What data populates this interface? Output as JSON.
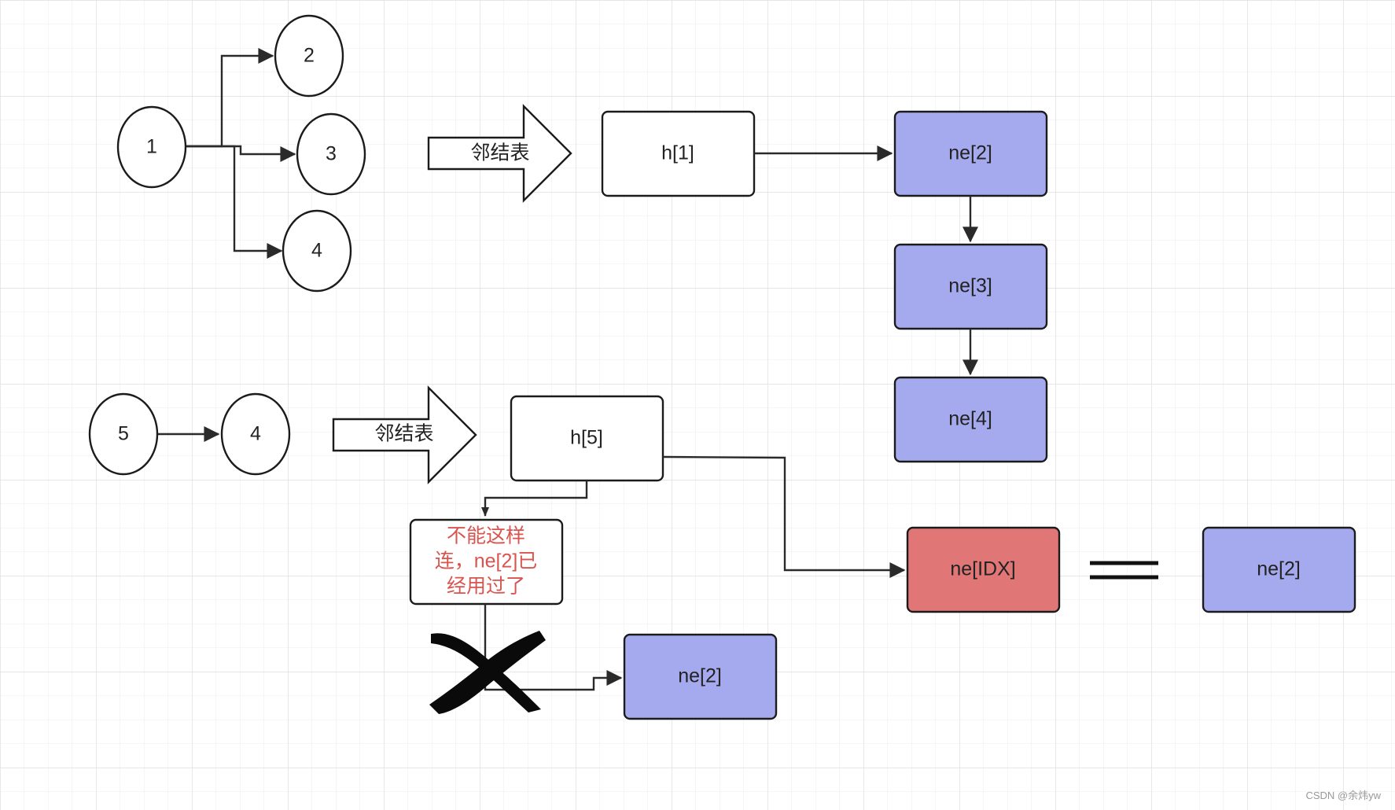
{
  "colors": {
    "background": "#ffffff",
    "grid": "#e6e6e6",
    "stroke": "#1b1b1b",
    "node_blue": "#a5aaee",
    "node_red": "#e07676",
    "warn_text": "#d9544f"
  },
  "graph1": {
    "nodes": [
      "1",
      "2",
      "3",
      "4"
    ]
  },
  "graph2": {
    "nodes": [
      "5",
      "4"
    ]
  },
  "arrows": {
    "top_label": "邻结表",
    "bottom_label": "邻结表"
  },
  "list1": {
    "head": "h[1]",
    "items": [
      "ne[2]",
      "ne[3]",
      "ne[4]"
    ]
  },
  "list2": {
    "head": "h[5]",
    "new_node": "ne[IDX]",
    "equals_node": "ne[2]",
    "wrong_target": "ne[2]"
  },
  "warning": {
    "lines": [
      "不能这样",
      "连，ne[2]已",
      "经用过了"
    ]
  },
  "watermark": "CSDN @余炜yw"
}
